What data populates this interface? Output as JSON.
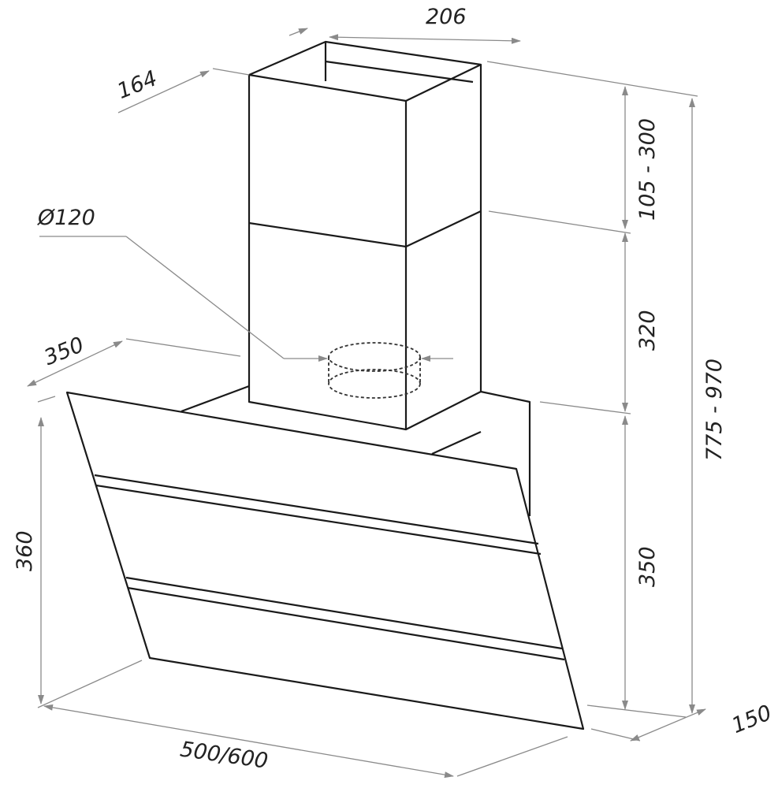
{
  "title": "Cooker hood dimension drawing",
  "dimensions": {
    "chimney_width": "206",
    "chimney_depth": "164",
    "duct_diameter": "Ø120",
    "hood_depth": "350",
    "glass_height": "360",
    "hood_width": "500/600",
    "upper_chimney": "105 - 300",
    "lower_chimney": "320",
    "hood_height": "350",
    "total_height": "775 - 970",
    "base_depth": "150"
  },
  "colors": {
    "outline": "#1a1a1a",
    "dimension_line": "#8a8a8a"
  }
}
